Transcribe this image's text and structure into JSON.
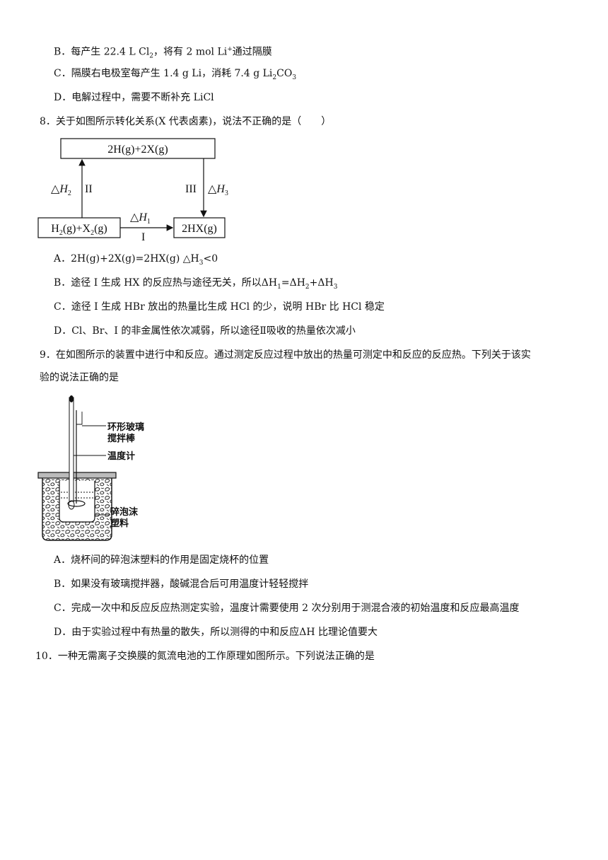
{
  "q7": {
    "options": {
      "B_a": "B．每产生 22.4 L Cl",
      "B_sub": "2",
      "B_b": "，将有 2 mol Li",
      "B_sup": "+",
      "B_c": "通过隔膜",
      "C_a": "C．隔膜右电极室每产生 1.4 g Li，消耗 7.4 g Li",
      "C_sub1": "2",
      "C_b": "CO",
      "C_sub2": "3",
      "D": "D．电解过程中，需要不断补充 LiCl"
    }
  },
  "q8": {
    "stem": "8．关于如图所示转化关系(X 代表卤素)，说法不正确的是（　　）",
    "diagram": {
      "top_box": "2H(g)+2X(g)",
      "left_box_a": "H",
      "left_box_sub1": "2",
      "left_box_b": "(g)+X",
      "left_box_sub2": "2",
      "left_box_c": "(g)",
      "right_box": "2HX(g)",
      "dh_symbol": "△",
      "h_letter": "H",
      "dh2_sub": "2",
      "dh1_sub": "1",
      "dh3_sub": "3",
      "path_I": "I",
      "path_II": "II",
      "path_III": "III"
    },
    "options": {
      "A_a": "A．2H(g)+2X(g)=2HX(g)  △H",
      "A_sub": "3",
      "A_b": "<0",
      "B_a": "B．途径 I 生成 HX 的反应热与途径无关，所以",
      "B_dh1": "ΔH",
      "B_sub1": "1",
      "B_eq": "=",
      "B_dh2": "ΔH",
      "B_sub2": "2",
      "B_plus": "+",
      "B_dh3": "ΔH",
      "B_sub3": "3",
      "C": "C．途径 I 生成 HBr 放出的热量比生成 HCl 的少，说明 HBr 比 HCl 稳定",
      "D": "D．Cl、Br、I 的非金属性依次减弱，所以途径Ⅱ吸收的热量依次减小"
    }
  },
  "q9": {
    "stem_line1": "9．在如图所示的装置中进行中和反应。通过测定反应过程中放出的热量可测定中和反应的反应热。下列关于该实",
    "stem_line2": "验的说法正确的是",
    "labels": {
      "stirrer_1": "环形玻璃",
      "stirrer_2": "搅拌棒",
      "thermometer": "温度计",
      "foam_1": "碎泡沫",
      "foam_2": "塑料"
    },
    "options": {
      "A": "A．烧杯间的碎泡沫塑料的作用是固定烧杯的位置",
      "B": "B．如果没有玻璃搅拌器，酸碱混合后可用温度计轻轻搅拌",
      "C": "C．完成一次中和反应反应热测定实验，温度计需要使用 2 次分别用于测混合液的初始温度和反应最高温度",
      "D_a": "D．由于实验过程中有热量的散失，所以测得的中和反应",
      "D_dh": "ΔH",
      "D_b": " 比理论值要大"
    }
  },
  "q10": {
    "stem": "10．一种无需离子交换膜的氮流电池的工作原理如图所示。下列说法正确的是"
  }
}
